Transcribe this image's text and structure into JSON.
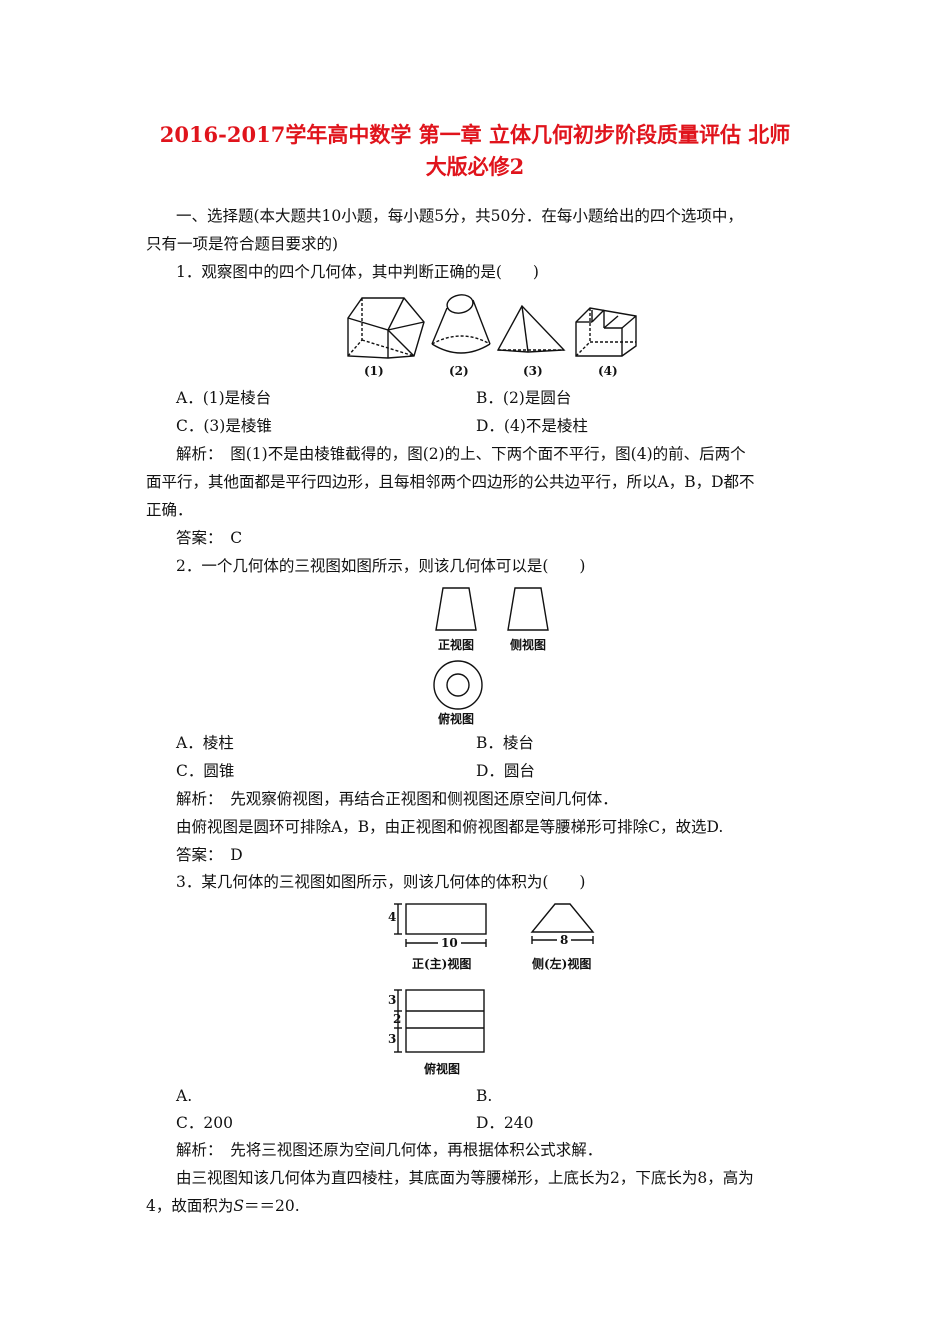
{
  "title": {
    "line1": "2016-2017学年高中数学 第一章 立体几何初步阶段质量评估 北师",
    "line2": "大版必修2"
  },
  "intro": {
    "line1": "一、选择题(本大题共10小题，每小题5分，共50分．在每小题给出的四个选项中，",
    "line2": "只有一项是符合题目要求的)"
  },
  "q1": {
    "stem": "1．观察图中的四个几何体，其中判断正确的是(　　)",
    "fig_labels": [
      "(1)",
      "(2)",
      "(3)",
      "(4)"
    ],
    "options": [
      "A．(1)是棱台",
      "B．(2)是圆台",
      "C．(3)是棱锥",
      "D．(4)不是棱柱"
    ],
    "analysis": {
      "line1": "解析：　图(1)不是由棱锥截得的，图(2)的上、下两个面不平行，图(4)的前、后两个",
      "line2": "面平行，其他面都是平行四边形，且每相邻两个四边形的公共边平行，所以A，B，D都不",
      "line3": "正确．"
    },
    "answer": "答案：　C"
  },
  "q2": {
    "stem": "2．一个几何体的三视图如图所示，则该几何体可以是(　　)",
    "fig_labels": {
      "front": "正视图",
      "side": "侧视图",
      "top": "俯视图"
    },
    "options": [
      "A．棱柱",
      "B．棱台",
      "C．圆锥",
      "D．圆台"
    ],
    "analysis": {
      "line1": "解析：　先观察俯视图，再结合正视图和侧视图还原空间几何体．",
      "line2": "由俯视图是圆环可排除A，B，由正视图和俯视图都是等腰梯形可排除C，故选D."
    },
    "answer": "答案：　D"
  },
  "q3": {
    "stem": "3．某几何体的三视图如图所示，则该几何体的体积为(　　)",
    "fig_labels": {
      "front": "正(主)视图",
      "side": "侧(左)视图",
      "top": "俯视图"
    },
    "dims": {
      "front_h": "4",
      "front_w": "10",
      "side_w": "8",
      "top_a": "3",
      "top_b": "2",
      "top_c": "3"
    },
    "options": [
      "A.",
      "B.",
      "C．200",
      "D．240"
    ],
    "analysis": {
      "line1": "解析：　先将三视图还原为空间几何体，再根据体积公式求解．",
      "line2": "由三视图知该几何体为直四棱柱，其底面为等腰梯形，上底长为2，下底长为8，高为",
      "line3_pre": "4，故面积为",
      "line3_var": "S",
      "line3_post": "＝＝20."
    }
  }
}
